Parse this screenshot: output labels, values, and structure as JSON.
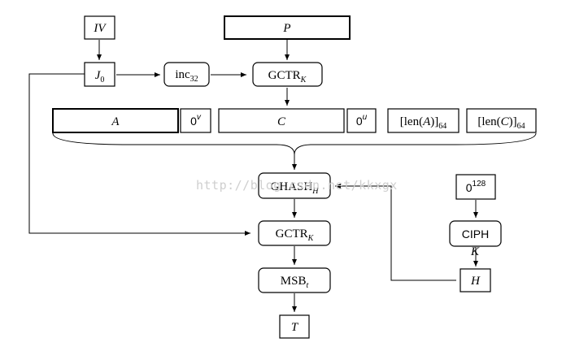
{
  "labels": {
    "iv": "IV",
    "p": "P",
    "j0": "J",
    "j0_sub": "0",
    "inc": "inc",
    "inc_sub": "32",
    "gctr_top": "GCTR",
    "gctr_top_sub": "K",
    "a": "A",
    "zero_v": "0",
    "zero_v_sup": "v",
    "c": "C",
    "zero_u": "0",
    "zero_u_sup": "u",
    "len_a": "[len(",
    "len_a_var": "A",
    "len_a_close": ")]",
    "len_a_sub": "64",
    "len_c": "[len(",
    "len_c_var": "C",
    "len_c_close": ")]",
    "len_c_sub": "64",
    "ghash": "GHASH",
    "ghash_sub": "H",
    "gctr_bottom": "GCTR",
    "gctr_bottom_sub": "K",
    "msb": "MSB",
    "msb_sub": "t",
    "t": "T",
    "zero128": "0",
    "zero128_sup": "128",
    "ciph": "CIPH",
    "ciph_key": "K",
    "h": "H"
  },
  "watermark": "http://blog.csdn.net/kkxgx"
}
